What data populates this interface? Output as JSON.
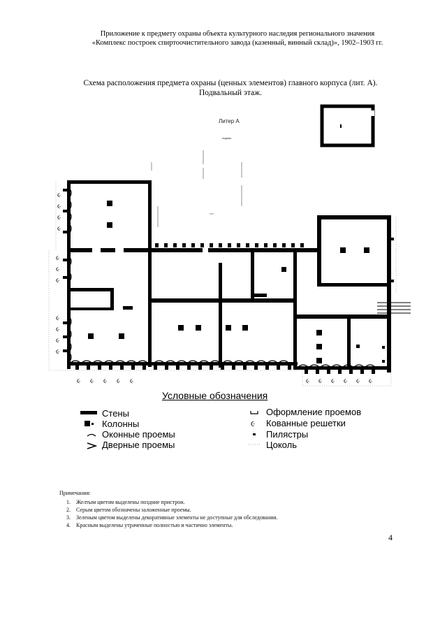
{
  "header": {
    "line1": "Приложение к предмету охраны объекта культурного наследия регионального значения",
    "line2": "«Комплекс построек спиртоочистительного завода (казенный, винный склад)», 1902–1903 гг."
  },
  "title": {
    "line1": "Схема расположения предмета охраны (ценных элементов) главного корпуса (лит. А).",
    "line2": "Подвальный этаж."
  },
  "plan": {
    "label_liter": "Литер А",
    "label_small": "подвал"
  },
  "legend": {
    "title": "Условные обозначения",
    "walls": "Стены",
    "columns": "Колонны",
    "windows": "Оконные проемы",
    "doors": "Дверные проемы",
    "openings": "Оформление проемов",
    "grilles": "Кованные решетки",
    "pilasters": "Пилястры",
    "plinth": "Цоколь"
  },
  "notes": {
    "heading": "Примечания:",
    "items": [
      "Желтым цветом выделены поздние пристрои.",
      "Серым цветом обозначены заложенные проемы.",
      "Зеленым цветом выделены декоративные элементы не доступные для обследования.",
      "Красным выделены утраченные полностью и частично элементы."
    ]
  },
  "page_number": "4",
  "colors": {
    "wall": "#000000",
    "paper": "#ffffff"
  },
  "icons": {
    "grille": "spiral-icon",
    "column": "square-icon"
  }
}
